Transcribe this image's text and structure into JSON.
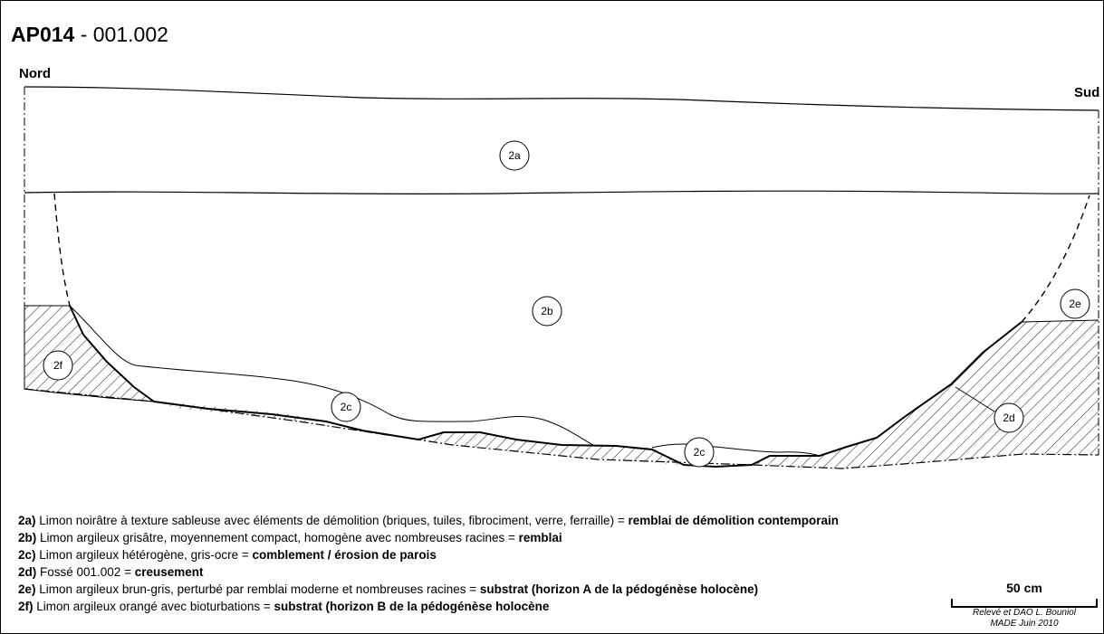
{
  "title": {
    "code": "AP014",
    "suffix": " - 001.002"
  },
  "orientation": {
    "left": "Nord",
    "right": "Sud"
  },
  "units": [
    {
      "id": "2a",
      "label": "2a"
    },
    {
      "id": "2b",
      "label": "2b"
    },
    {
      "id": "2c-upper",
      "label": "2c"
    },
    {
      "id": "2c-lower",
      "label": "2c"
    },
    {
      "id": "2d",
      "label": "2d"
    },
    {
      "id": "2e",
      "label": "2e"
    },
    {
      "id": "2f",
      "label": "2f"
    }
  ],
  "legend": [
    {
      "code": "2a)",
      "description": " Limon noirâtre à texture sableuse avec éléments de démolition (briques, tuiles, fibrociment, verre, ferraille) = ",
      "interpretation": "remblai de démolition contemporain"
    },
    {
      "code": "2b)",
      "description": " Limon argileux grisâtre, moyennement compact, homogène avec nombreuses racines = ",
      "interpretation": "remblai"
    },
    {
      "code": "2c)",
      "description": " Limon argileux hétérogène, gris-ocre = ",
      "interpretation": "comblement / érosion de parois"
    },
    {
      "code": "2d)",
      "description": " Fossé 001.002 = ",
      "interpretation": "creusement"
    },
    {
      "code": "2e)",
      "description": " Limon argileux brun-gris, perturbé par remblai moderne et nombreuses racines = ",
      "interpretation": "substrat (horizon A de la pédogénèse holocène)"
    },
    {
      "code": "2f)",
      "description": " Limon argileux orangé avec bioturbations = ",
      "interpretation": "substrat (horizon B de la pédogénèse holocène"
    }
  ],
  "scale": {
    "label": "50 cm"
  },
  "credit": {
    "line1": "Relevé et DAO L. Bouniol",
    "line2": "MADE Juin 2010"
  }
}
